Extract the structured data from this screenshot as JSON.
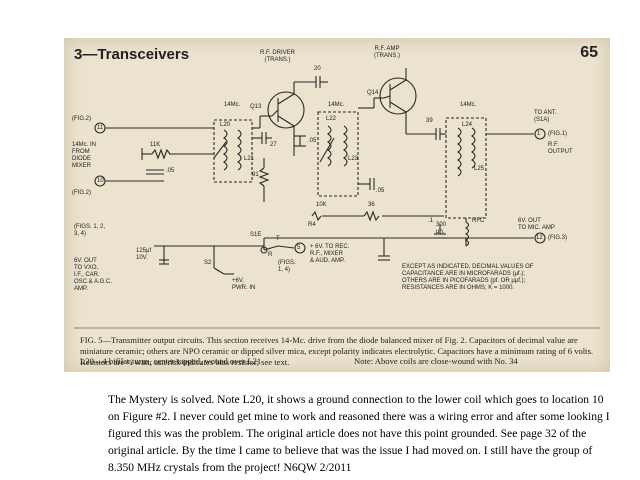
{
  "scan": {
    "section_title": "3—Transceivers",
    "page_number": "65",
    "labels": {
      "rf_driver": "R.F. DRIVER\n(TRANS.)",
      "rf_amp": "R.F. AMP\n(TRANS.)",
      "q13": "Q13",
      "q14": "Q14",
      "mc1": "14Mc.",
      "mc2": "14Mc.",
      "mc3": "14Mc.",
      "mc4": "14Mc.",
      "fig2_top": "(FIG.2)",
      "n11": "11",
      "input_desc": "14Mc. IN\nFROM\nDIODE\nMIXER",
      "n10": "10",
      "fig2_bottom": "(FIG.2)",
      "l20": "L20",
      "l21": "L21",
      "l22": "L22",
      "l23": "L23",
      "l24": "L24",
      "l25": "L25",
      "r11k": "11K",
      "c05a": ".05",
      "c27": "27",
      "c20": "20",
      "c05b": ".05",
      "c39": "39",
      "r91": "91",
      "c05c": ".05",
      "r10k": "10K",
      "r4": "R4",
      "r36": "36",
      "c1": ".1",
      "rfc": "RFC",
      "rfc_val": "300\nμh.",
      "to_ant": "TO ANT.\n(S1A)",
      "n1": "1",
      "fig1": "(FIG.1)",
      "rf_output": "R.F.\nOUTPUT",
      "v6_mic": "6V. OUT\nTO MIC. AMP",
      "n12": "12",
      "fig3": "(FIG.3)",
      "figs_left": "(FIGS. 1, 2,\n3, 4)",
      "v6_vxo": "6V. OUT\nTO VXO,\nI.F., CAR.\nOSC.& A.G.C.\nAMP.",
      "c125": "125μf\n10V.",
      "s1e": "S1E",
      "t_lbl": "T",
      "r_lbl": "R",
      "s2": "S2",
      "pwr_in": "+6V.\nPWR. IN",
      "n5": "5",
      "figs14": "(FIGS.\n1, 4)",
      "to_rec": "+ 6V. TO REC.\nR.F., MIXER\n& AUD. AMP.",
      "except_note": "EXCEPT AS INDICATED, DECIMAL VALUES OF\nCAPACITANCE ARE IN MICROFARADS (μf.);\nOTHERS ARE IN PICOFARADS (pf. OR μμf.);\nRESISTANCES ARE IN OHMS; K = 1000."
    },
    "caption": "FIG. 5—Transmitter output circuits. This section receives 14-Mc. drive from the diode balanced mixer of Fig. 2. Capacitors of decimal value are miniature ceramic; others are NPO ceramic or dipped silver mica, except polarity indicates electrolytic. Capacitors have a minimum rating of 6 volts. Resistors are ¼ watt; asterisk indicates bias resistor; see text.",
    "coil_note": "L20—4 bifilar turns, center-tapped, wound over L21",
    "coil_note_right": "Note: Above coils are close-wound with No. 34"
  },
  "comment": "The Mystery is solved. Note L20, it shows a ground connection to the lower coil which goes to location 10 on Figure #2. I never could get mine to work and reasoned there was a wiring error and after some looking I figured this was the problem. The original article does not have this point grounded. See page 32 of the original article. By the time I came to believe that was the issue I had moved on. I still have the group of 8.350 MHz crystals from the project! N6QW 2/2011"
}
